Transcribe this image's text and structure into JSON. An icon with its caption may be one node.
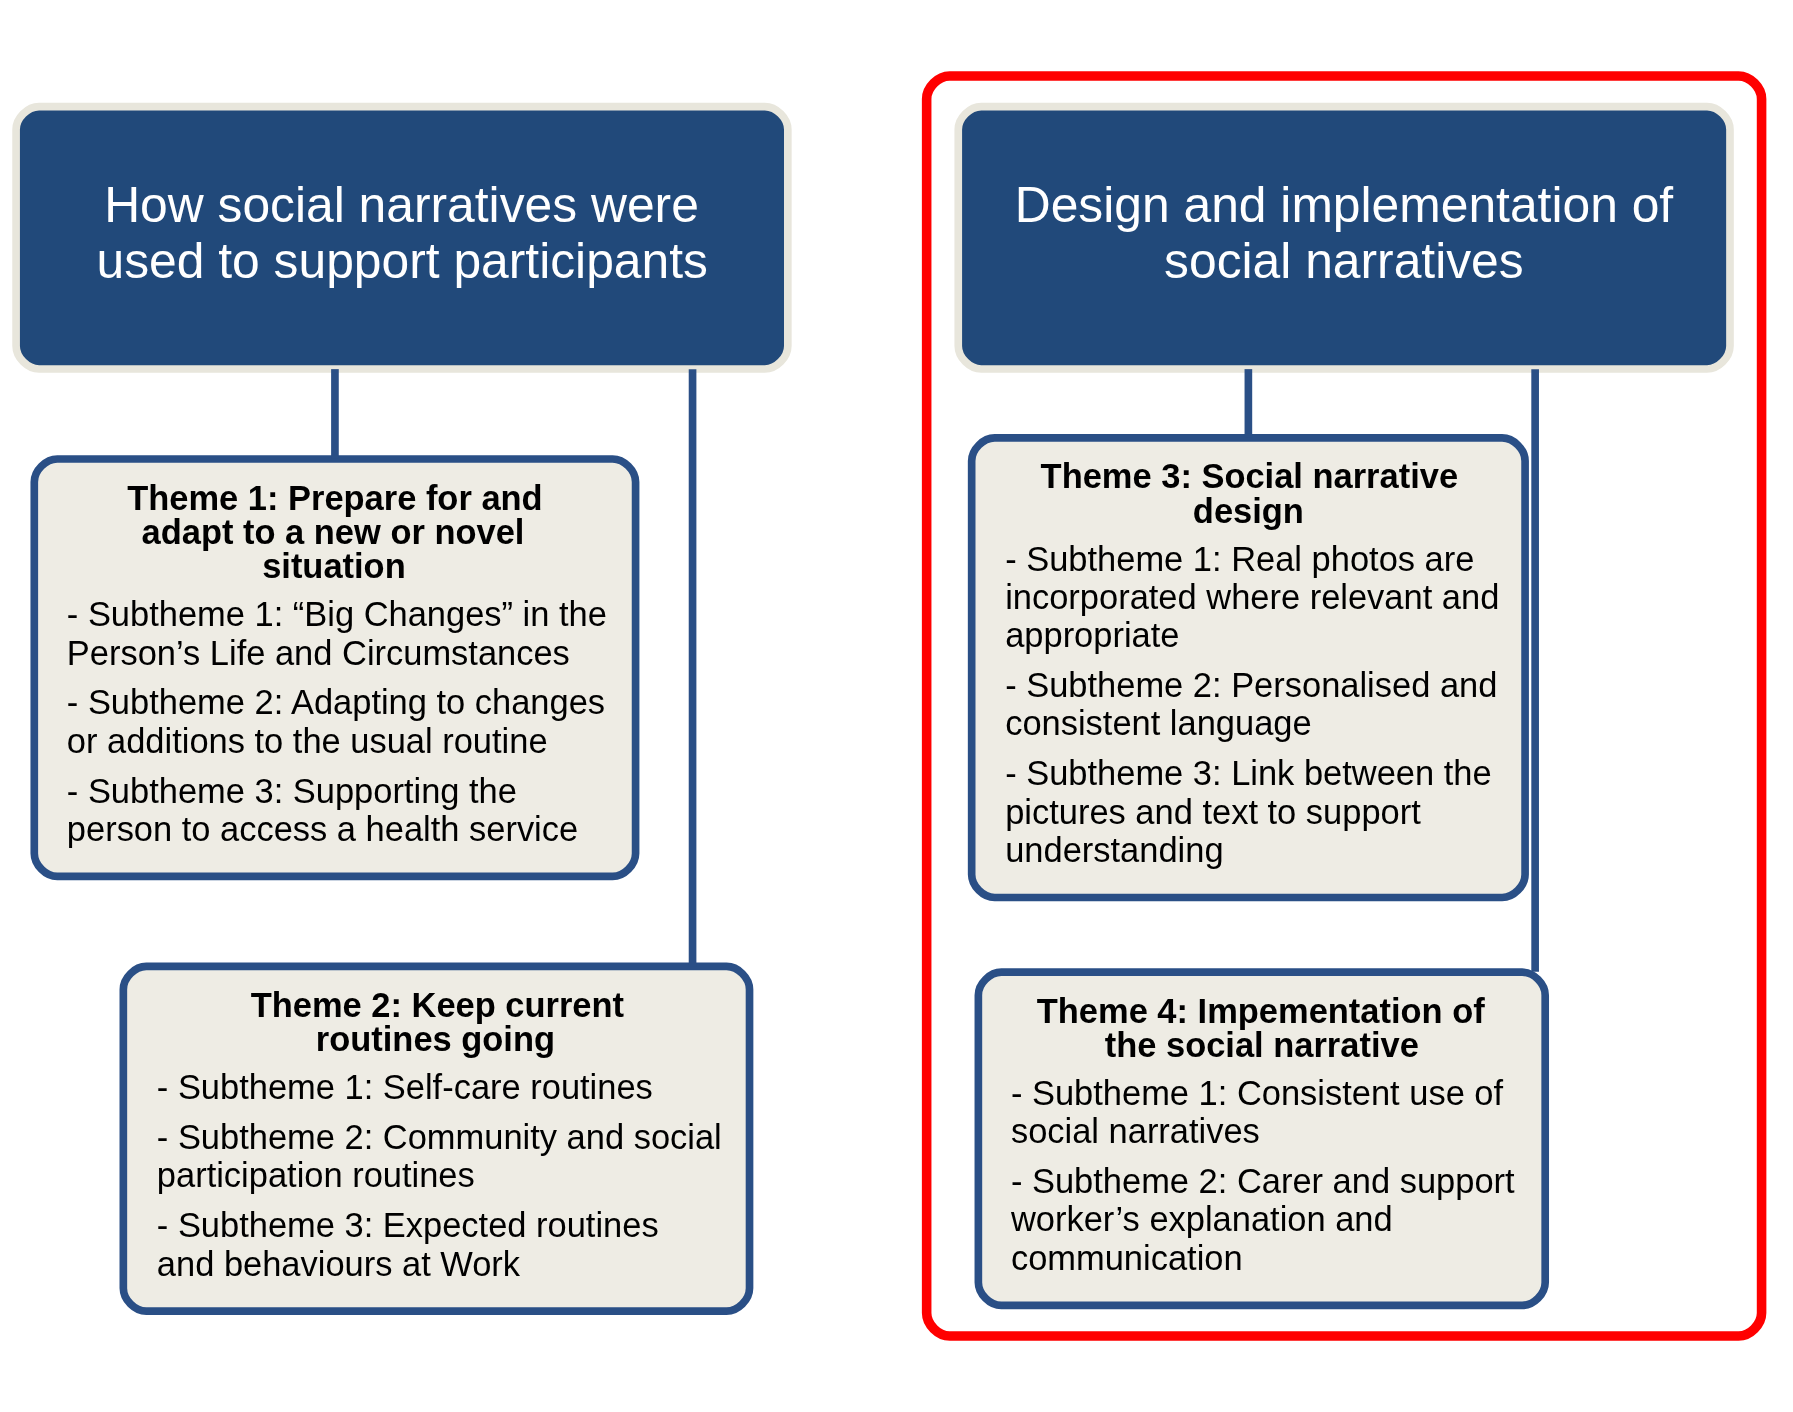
{
  "diagram": {
    "nodes": [
      {
        "text": [
          "How social narratives were used to support participants"
        ]
      },
      {
        "text": [
          "Theme 1: Prepare for and adapt to a new or novel situation",
          "- Subtheme 1: “Big Changes” in the Person’s Life and Circumstances",
          "- Subtheme 2: Adapting to changes or additions to the usual routine",
          "- Subtheme 3: Supporting the person to access a health service"
        ]
      },
      {
        "text": [
          "Theme 2: Keep current routines going",
          "- Subtheme 1: Self-care routines",
          "- Subtheme 2: Community and social participation routines",
          "- Subtheme 3: Expected routines and behaviours at Work"
        ]
      },
      {
        "text": [],
        "shape": "box"
      },
      {
        "text": [
          "Design and implementation of social narratives"
        ],
        "in": 3
      },
      {
        "text": [
          "Theme 3: Social narrative design",
          "- Subtheme 1: Real photos are incorporated where relevant and appropriate",
          "- Subtheme 2: Personalised and consistent language",
          "- Subtheme 3: Link between the pictures and text to support understanding"
        ],
        "in": 3
      },
      {
        "text": [
          "Theme 4: Impementation of the social narrative",
          "- Subtheme 1: Consistent use of social narratives",
          "- Subtheme 2: Carer and support worker’s explanation and communication"
        ],
        "in": 3
      }
    ],
    "edges": [
      {
        "from": 0,
        "to": 1,
        "arrow": "none"
      },
      {
        "from": 0,
        "to": 2,
        "arrow": "none"
      },
      {
        "from": 4,
        "to": 5,
        "arrow": "none"
      },
      {
        "from": 4,
        "to": 6,
        "arrow": "none"
      }
    ]
  }
}
